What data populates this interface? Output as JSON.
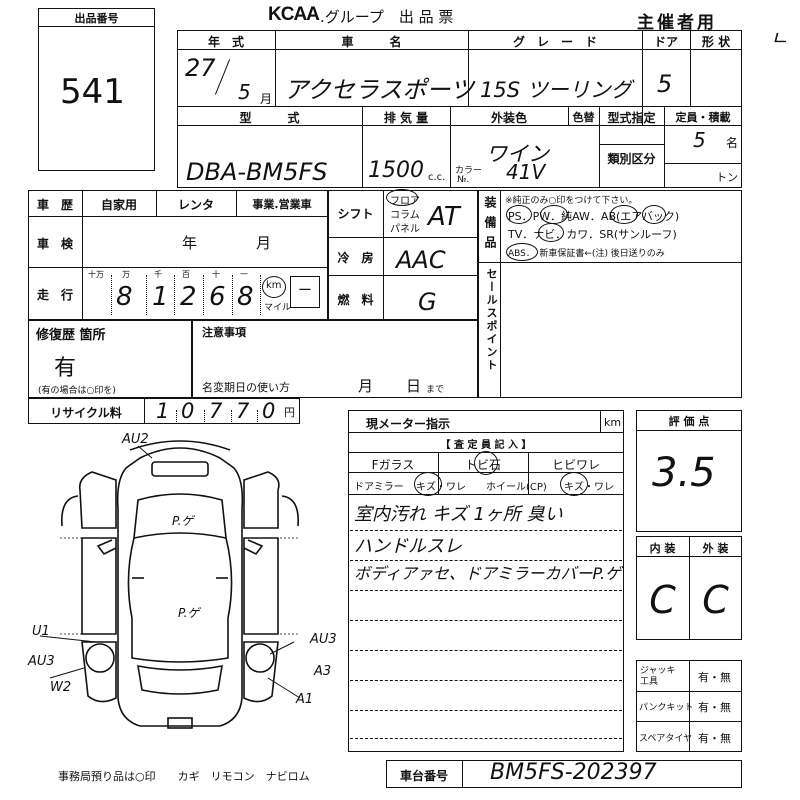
{
  "header": {
    "lot_label": "出品番号",
    "lot_number": "541",
    "brand_text": "KCAA",
    "title_text": ".グループ　出 品 票",
    "organizer_label": "主催者用",
    "corner_mark": "ㄴ"
  },
  "vehicle": {
    "year_label": "年　式",
    "year_value": "27",
    "month_value": "5",
    "month_unit": "月",
    "name_label": "車　　　名",
    "name_value": "アクセラスポーツ",
    "grade_label": "グ　レ　ー　ド",
    "grade_value": "15S ツーリング",
    "doors_label": "ドア",
    "doors_value": "5",
    "shape_label": "形 状",
    "model_label": "型　　　式",
    "model_value": "DBA-BM5FS",
    "displacement_label": "排 気 量",
    "displacement_value": "1500",
    "displacement_unit": "c.c.",
    "exterior_color_label": "外装色",
    "color_sub_label": "色替",
    "exterior_color_value": "ワイン",
    "color_code_label": "カラー",
    "color_no_label": "№.",
    "color_code_value": "41V",
    "type_designation_label": "型式指定",
    "classification_label": "類別区分",
    "capacity_label": "定員・積載",
    "capacity_value": "5",
    "capacity_unit": "名",
    "ton_unit": "トン"
  },
  "history": {
    "history_label": "車　歴",
    "private_label": "自家用",
    "rental_label": "レンタ",
    "business_label": "事業.営業車",
    "inspection_label": "車　検",
    "year_unit": "年",
    "month_unit": "月",
    "mileage_label": "走　行",
    "digit_headers": [
      "十万",
      "万",
      "千",
      "百",
      "十",
      "一"
    ],
    "mileage_digits": [
      "8",
      "1",
      "2",
      "6",
      "8"
    ],
    "km_label": "km",
    "mile_label": "マイル",
    "mile_value": "ー"
  },
  "drivetrain": {
    "shift_label": "シフト",
    "floor_label": "フロア",
    "column_label": "コラム",
    "panel_label": "パネル",
    "shift_value": "AT",
    "ac_label": "冷　房",
    "ac_value": "AAC",
    "fuel_label": "燃　料",
    "fuel_value": "G"
  },
  "equipment": {
    "label": "装備品",
    "note": "※純正のみ○印をつけて下さい。",
    "row1": "PS．PW．純AW．AB(エアバック)",
    "row2": "TV．ナビ．カワ．SR(サンルーフ)",
    "row3": "ABS．　新車保証書←(注) 後日送りのみ",
    "sales_point_label": "セールスポイント"
  },
  "repair": {
    "label": "修復歴 箇所",
    "value": "有",
    "note": "(有の場合は○印を)"
  },
  "notes": {
    "label": "注意事項",
    "expiry_label": "名変期日の使い方",
    "month_unit": "月",
    "day_unit": "日",
    "until": "まで"
  },
  "recycle": {
    "label": "リサイクル料",
    "digits": [
      "1",
      "0",
      "7",
      "7",
      "0"
    ],
    "unit": "円"
  },
  "inspector": {
    "meter_label": "現メーター指示",
    "km_unit": "km",
    "section_label": "【 査 定 員 記 入 】",
    "glass_label": "Fガラス",
    "chip_label": "トビ石",
    "crack_label": "ヒビワレ",
    "mirror_label": "ドアミラー",
    "scratch_label": "キズ・ワレ",
    "wheel_label": "ホイール(CP)",
    "wheel_scratch_label": "キズ・ワレ",
    "comment_lines": [
      "室内汚れ キズ 1ヶ所 臭い",
      "ハンドルスレ",
      "ボディアァセ、ドアミラーカバーP.ゲ"
    ]
  },
  "score": {
    "label": "評 価 点",
    "value": "3.5",
    "interior_label": "内 装",
    "exterior_label": "外 装",
    "interior_value": "C",
    "exterior_value": "C"
  },
  "tools": {
    "jack_label": "ジャッキ工具",
    "puncture_label": "パンクキット",
    "spare_label": "スペアタイヤ",
    "option_text": "有・無"
  },
  "chassis": {
    "label": "車台番号",
    "value": "BM5FS-202397"
  },
  "office_note": {
    "text": "事務局預り品は○印　　カギ　リモコン　ナビロム"
  },
  "diagram": {
    "marks": [
      "AU2",
      "P.ゲ",
      "P.ゲ",
      "U1",
      "AU3",
      "W2",
      "AU3",
      "A3",
      "A1"
    ]
  }
}
